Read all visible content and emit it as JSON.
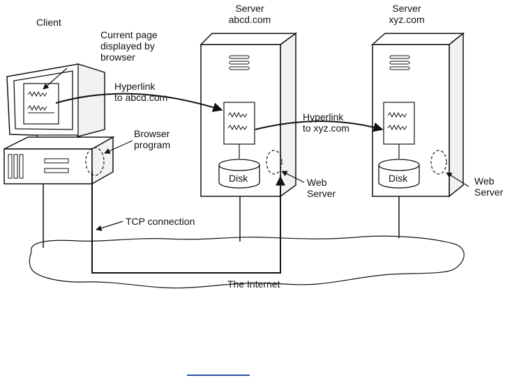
{
  "client": {
    "label": "Client"
  },
  "current_page": {
    "line1": "Current page",
    "line2": "displayed by",
    "line3": "browser"
  },
  "server_abcd": {
    "line1": "Server",
    "line2": "abcd.com"
  },
  "server_xyz": {
    "line1": "Server",
    "line2": "xyz.com"
  },
  "hyperlink_abcd": {
    "line1": "Hyperlink",
    "line2": "to abcd.com"
  },
  "hyperlink_xyz": {
    "line1": "Hyperlink",
    "line2": "to xyz.com"
  },
  "browser_program": {
    "line1": "Browser",
    "line2": "program"
  },
  "disk_abcd": {
    "label": "Disk"
  },
  "disk_xyz": {
    "label": "Disk"
  },
  "web_server_abcd": {
    "line1": "Web",
    "line2": "Server"
  },
  "web_server_xyz": {
    "line1": "Web",
    "line2": "Server"
  },
  "tcp": {
    "label": "TCP connection"
  },
  "internet": {
    "label": "The Internet"
  }
}
